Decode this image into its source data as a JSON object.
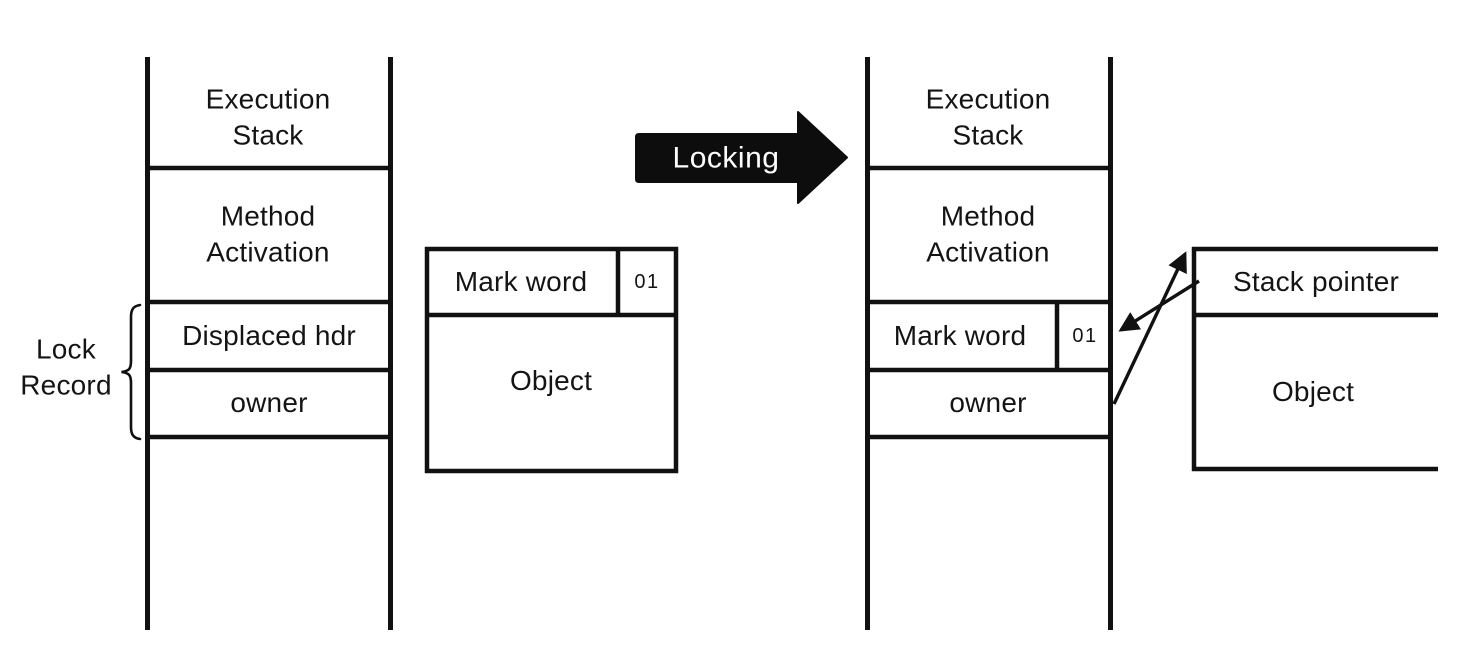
{
  "colors": {
    "ink": "#111111",
    "background": "#ffffff",
    "transition_fill": "#0d0d0d",
    "transition_text": "#ffffff"
  },
  "transition": {
    "label": "Locking"
  },
  "before": {
    "stack_title": "Execution Stack",
    "frame_label": "Method Activation",
    "lock_record_label": "Lock Record",
    "displaced_hdr_label": "Displaced hdr",
    "owner_label": "owner",
    "object": {
      "mark_word_label": "Mark word",
      "tag_bits": "01",
      "object_label": "Object"
    }
  },
  "after": {
    "stack_title": "Execution Stack",
    "frame_label": "Method Activation",
    "mark_word_label": "Mark word",
    "tag_bits": "01",
    "owner_label": "owner",
    "object": {
      "header_label": "Stack pointer",
      "object_label": "Object"
    }
  }
}
